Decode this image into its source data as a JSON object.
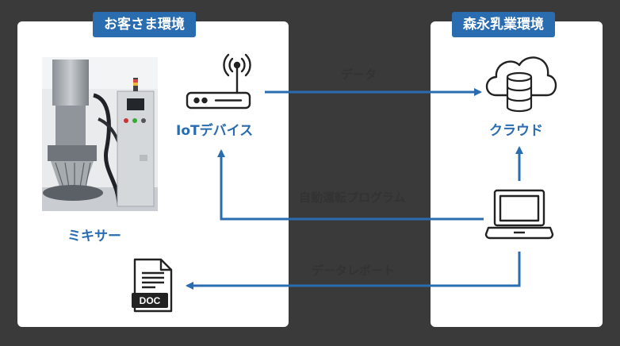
{
  "panels": {
    "customer": {
      "title": "お客さま環境"
    },
    "morinaga": {
      "title": "森永乳業環境"
    }
  },
  "nodes": {
    "mixer": {
      "label": "ミキサー"
    },
    "iot": {
      "label": "IoTデバイス"
    },
    "cloud": {
      "label": "クラウド"
    },
    "laptop": {
      "label": ""
    },
    "doc": {
      "label": "",
      "icon_text": "DOC"
    }
  },
  "flows": {
    "data": {
      "label": "データ"
    },
    "program": {
      "label": "自動運転プログラム"
    },
    "report": {
      "label": "データレポート"
    }
  },
  "colors": {
    "background": "#3a3a3a",
    "accent": "#2a6cb0",
    "panel": "#ffffff",
    "icon": "#222222"
  }
}
